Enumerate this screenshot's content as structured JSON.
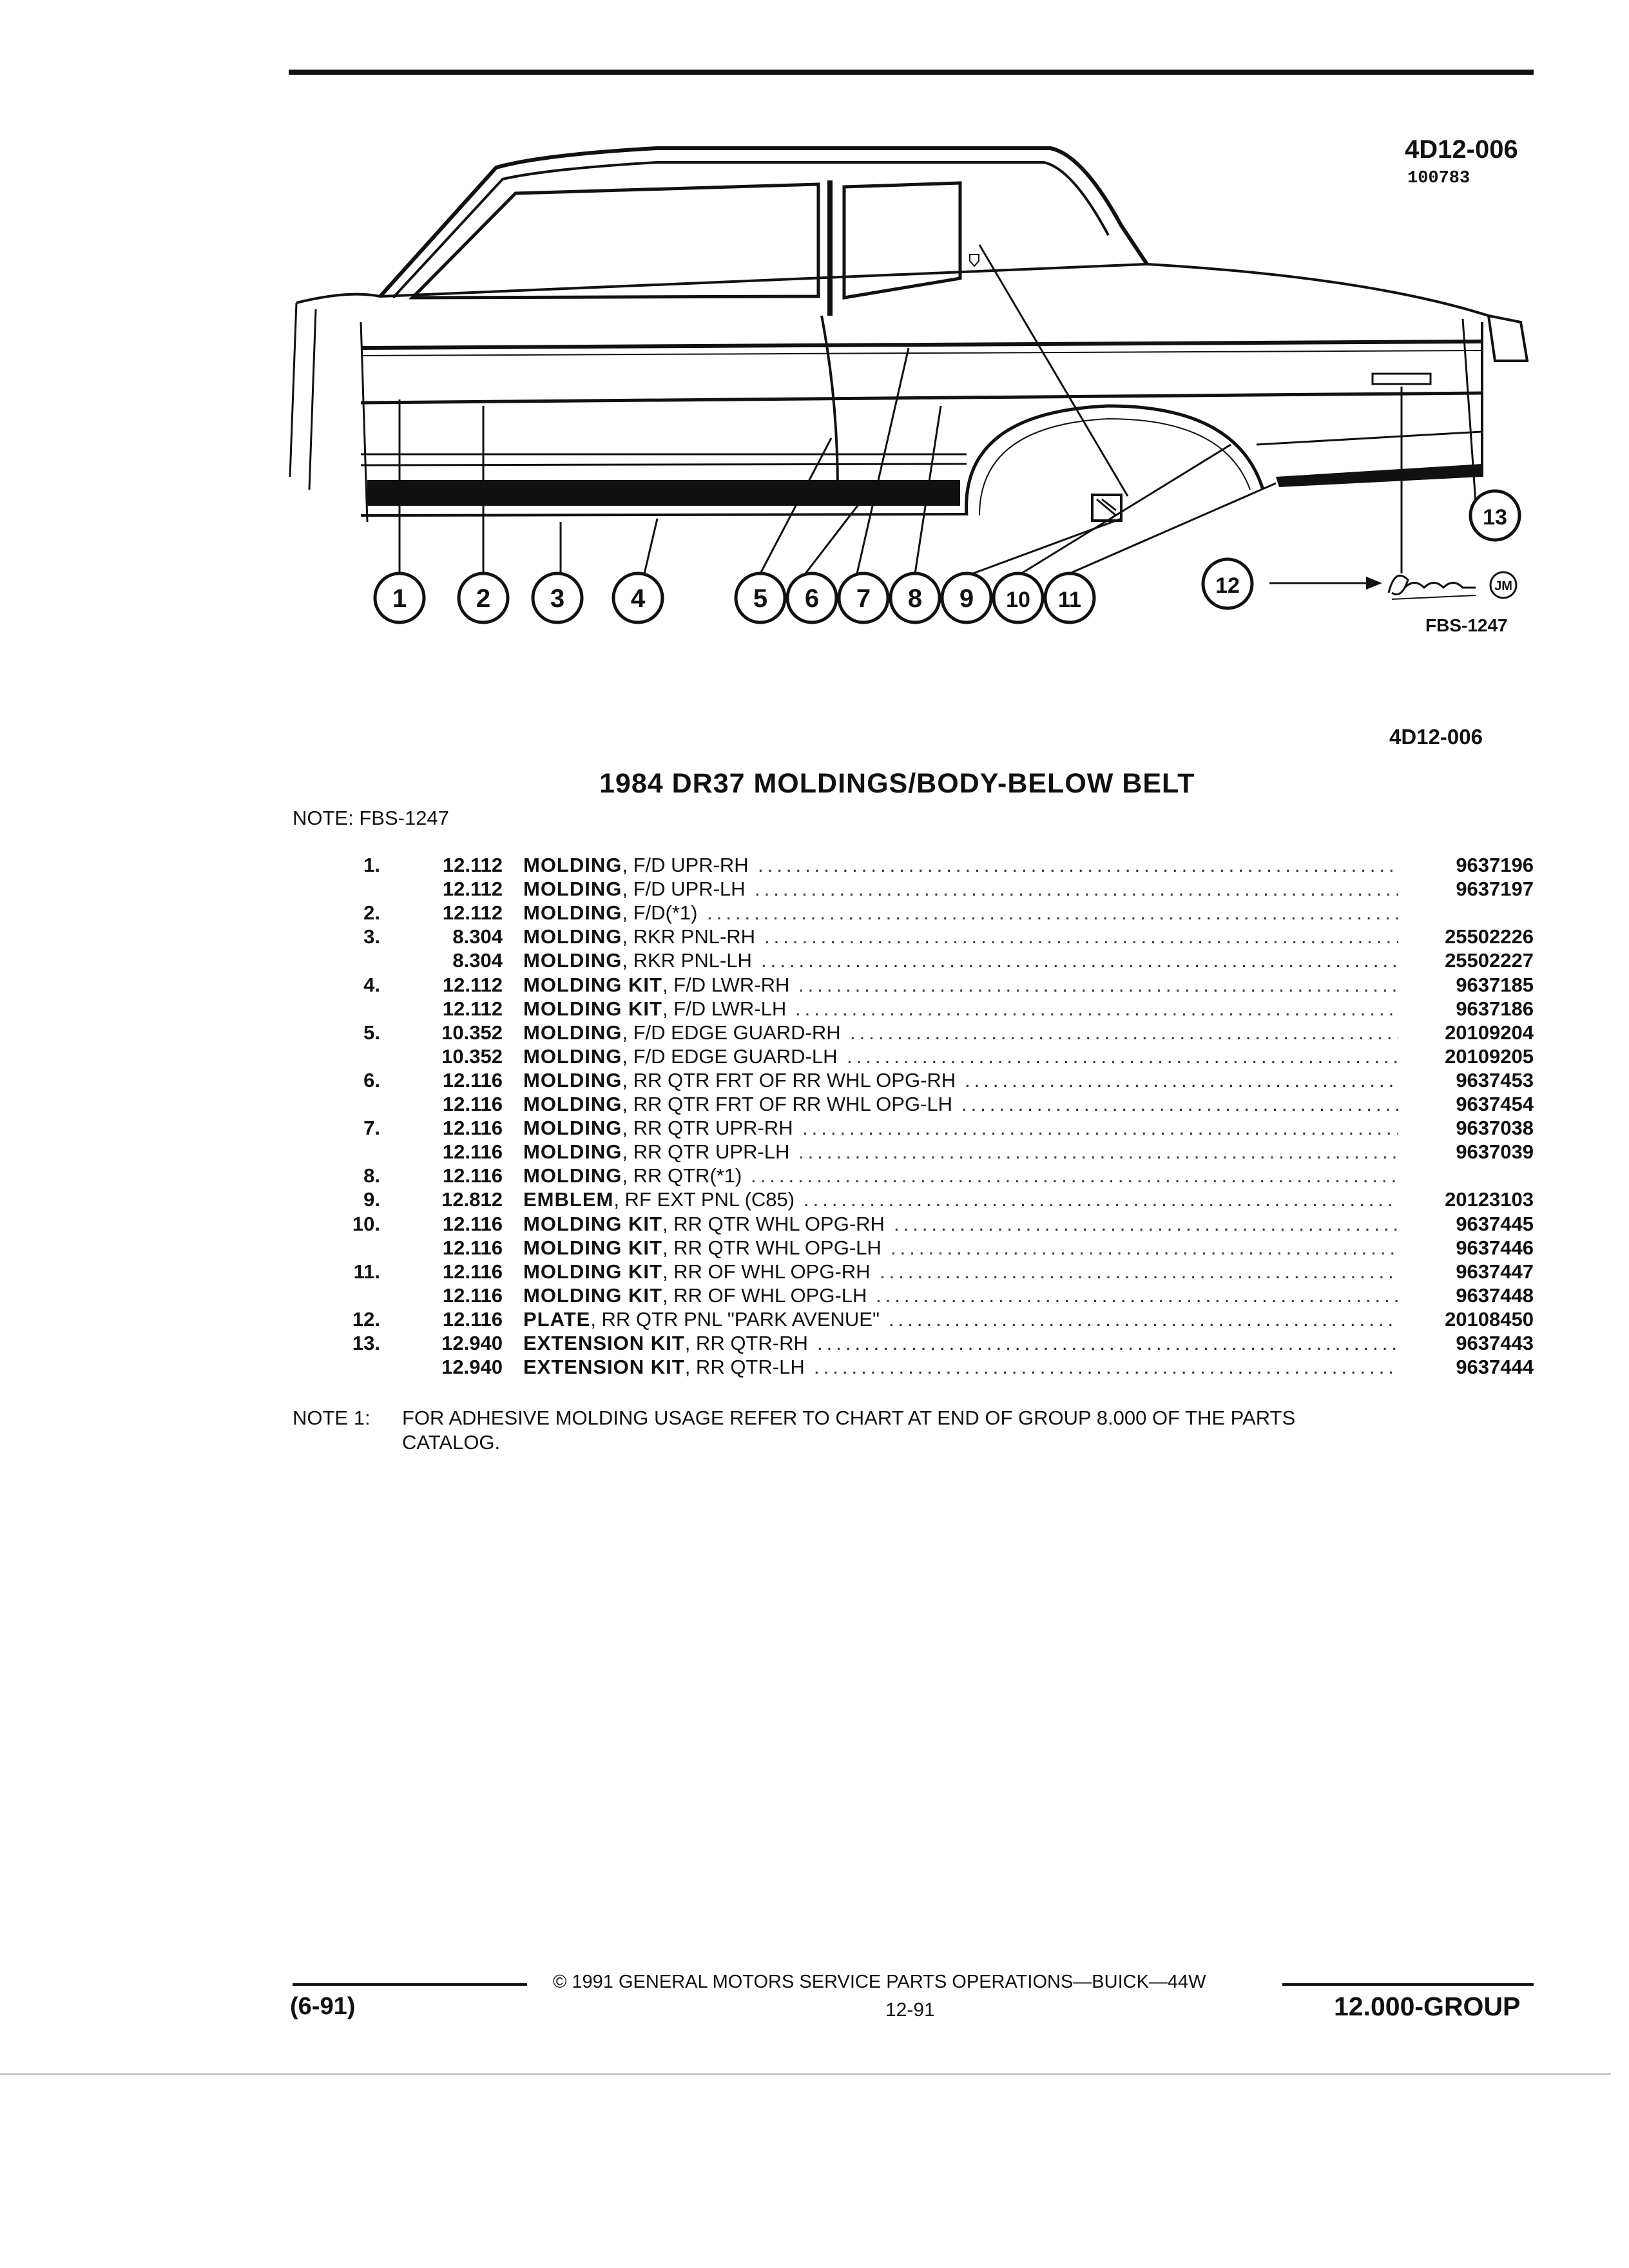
{
  "header": {
    "code_top": "4D12-006",
    "code_sub": "100783",
    "fbs": "FBS-1247",
    "jm": "JM",
    "code_mid": "4D12-006"
  },
  "callouts": [
    "1",
    "2",
    "3",
    "4",
    "5",
    "6",
    "7",
    "8",
    "9",
    "10",
    "11",
    "12",
    "13"
  ],
  "title": "1984 DR37 MOLDINGS/BODY-BELOW BELT",
  "note_top": "NOTE: FBS-1247",
  "parts": [
    {
      "num": "1.",
      "group": "12.112",
      "name": "MOLDING",
      "desc": ", F/D UPR-RH",
      "part_no": "9637196"
    },
    {
      "num": "",
      "group": "12.112",
      "name": "MOLDING",
      "desc": ", F/D UPR-LH",
      "part_no": "9637197"
    },
    {
      "num": "2.",
      "group": "12.112",
      "name": "MOLDING",
      "desc": ", F/D(*1)",
      "part_no": ""
    },
    {
      "num": "3.",
      "group": "8.304",
      "name": "MOLDING",
      "desc": ", RKR PNL-RH",
      "part_no": "25502226"
    },
    {
      "num": "",
      "group": "8.304",
      "name": "MOLDING",
      "desc": ", RKR PNL-LH",
      "part_no": "25502227"
    },
    {
      "num": "4.",
      "group": "12.112",
      "name": "MOLDING KIT",
      "desc": ", F/D LWR-RH",
      "part_no": "9637185"
    },
    {
      "num": "",
      "group": "12.112",
      "name": "MOLDING KIT",
      "desc": ", F/D LWR-LH",
      "part_no": "9637186"
    },
    {
      "num": "5.",
      "group": "10.352",
      "name": "MOLDING",
      "desc": ", F/D EDGE GUARD-RH",
      "part_no": "20109204"
    },
    {
      "num": "",
      "group": "10.352",
      "name": "MOLDING",
      "desc": ", F/D EDGE GUARD-LH",
      "part_no": "20109205"
    },
    {
      "num": "6.",
      "group": "12.116",
      "name": "MOLDING",
      "desc": ", RR QTR FRT OF RR WHL OPG-RH",
      "part_no": "9637453"
    },
    {
      "num": "",
      "group": "12.116",
      "name": "MOLDING",
      "desc": ", RR QTR FRT OF RR WHL OPG-LH",
      "part_no": "9637454"
    },
    {
      "num": "7.",
      "group": "12.116",
      "name": "MOLDING",
      "desc": ", RR QTR UPR-RH",
      "part_no": "9637038"
    },
    {
      "num": "",
      "group": "12.116",
      "name": "MOLDING",
      "desc": ", RR QTR UPR-LH",
      "part_no": "9637039"
    },
    {
      "num": "8.",
      "group": "12.116",
      "name": "MOLDING",
      "desc": ", RR QTR(*1)",
      "part_no": ""
    },
    {
      "num": "9.",
      "group": "12.812",
      "name": "EMBLEM",
      "desc": ", RF EXT PNL (C85)",
      "part_no": "20123103"
    },
    {
      "num": "10.",
      "group": "12.116",
      "name": "MOLDING KIT",
      "desc": ", RR QTR WHL OPG-RH",
      "part_no": "9637445"
    },
    {
      "num": "",
      "group": "12.116",
      "name": "MOLDING KIT",
      "desc": ", RR QTR WHL OPG-LH",
      "part_no": "9637446"
    },
    {
      "num": "11.",
      "group": "12.116",
      "name": "MOLDING KIT",
      "desc": ", RR OF WHL OPG-RH",
      "part_no": "9637447"
    },
    {
      "num": "",
      "group": "12.116",
      "name": "MOLDING KIT",
      "desc": ", RR OF WHL OPG-LH",
      "part_no": "9637448"
    },
    {
      "num": "12.",
      "group": "12.116",
      "name": "PLATE",
      "desc": ", RR QTR PNL \"PARK AVENUE\"",
      "part_no": "20108450"
    },
    {
      "num": "13.",
      "group": "12.940",
      "name": "EXTENSION KIT",
      "desc": ", RR QTR-RH",
      "part_no": "9637443"
    },
    {
      "num": "",
      "group": "12.940",
      "name": "EXTENSION KIT",
      "desc": ", RR QTR-LH",
      "part_no": "9637444"
    }
  ],
  "note_bottom_label": "NOTE 1:",
  "note_bottom_line1": "FOR ADHESIVE MOLDING USAGE REFER TO CHART AT END OF GROUP 8.000 OF THE PARTS",
  "note_bottom_line2": "CATALOG.",
  "footer": {
    "copyright": "© 1991 GENERAL MOTORS SERVICE PARTS OPERATIONS—BUICK—44W",
    "date": "(6-91)",
    "page": "12-91",
    "group": "12.000-GROUP"
  }
}
